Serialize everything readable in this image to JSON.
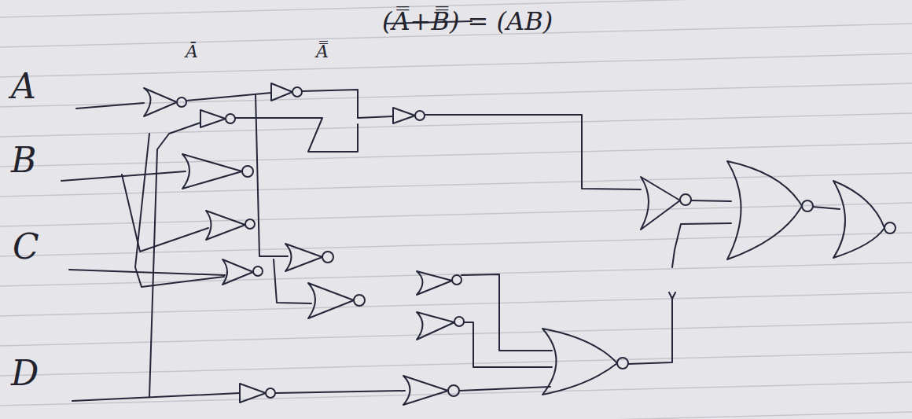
{
  "diagram": {
    "labels": [
      "(A̿+B̿) = (AB)",
      "Ā",
      "A̿",
      "A",
      "B",
      "C",
      "D"
    ]
  }
}
